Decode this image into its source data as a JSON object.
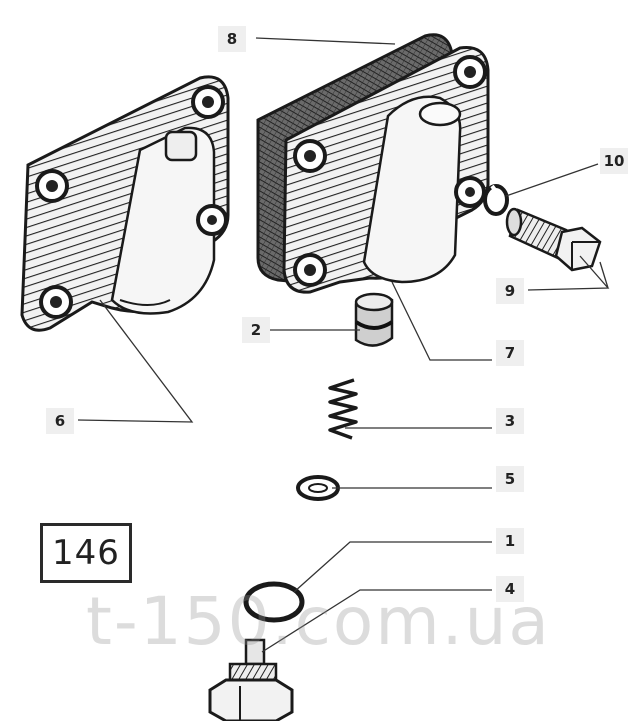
{
  "figure_number": "146",
  "watermark": "t-150.com.ua",
  "callouts": [
    "8",
    "10",
    "9",
    "2",
    "7",
    "6",
    "3",
    "5",
    "1",
    "4"
  ],
  "colors": {
    "ink": "#1a1a1a",
    "leader": "#333333",
    "callout_bg": "#efefef"
  }
}
